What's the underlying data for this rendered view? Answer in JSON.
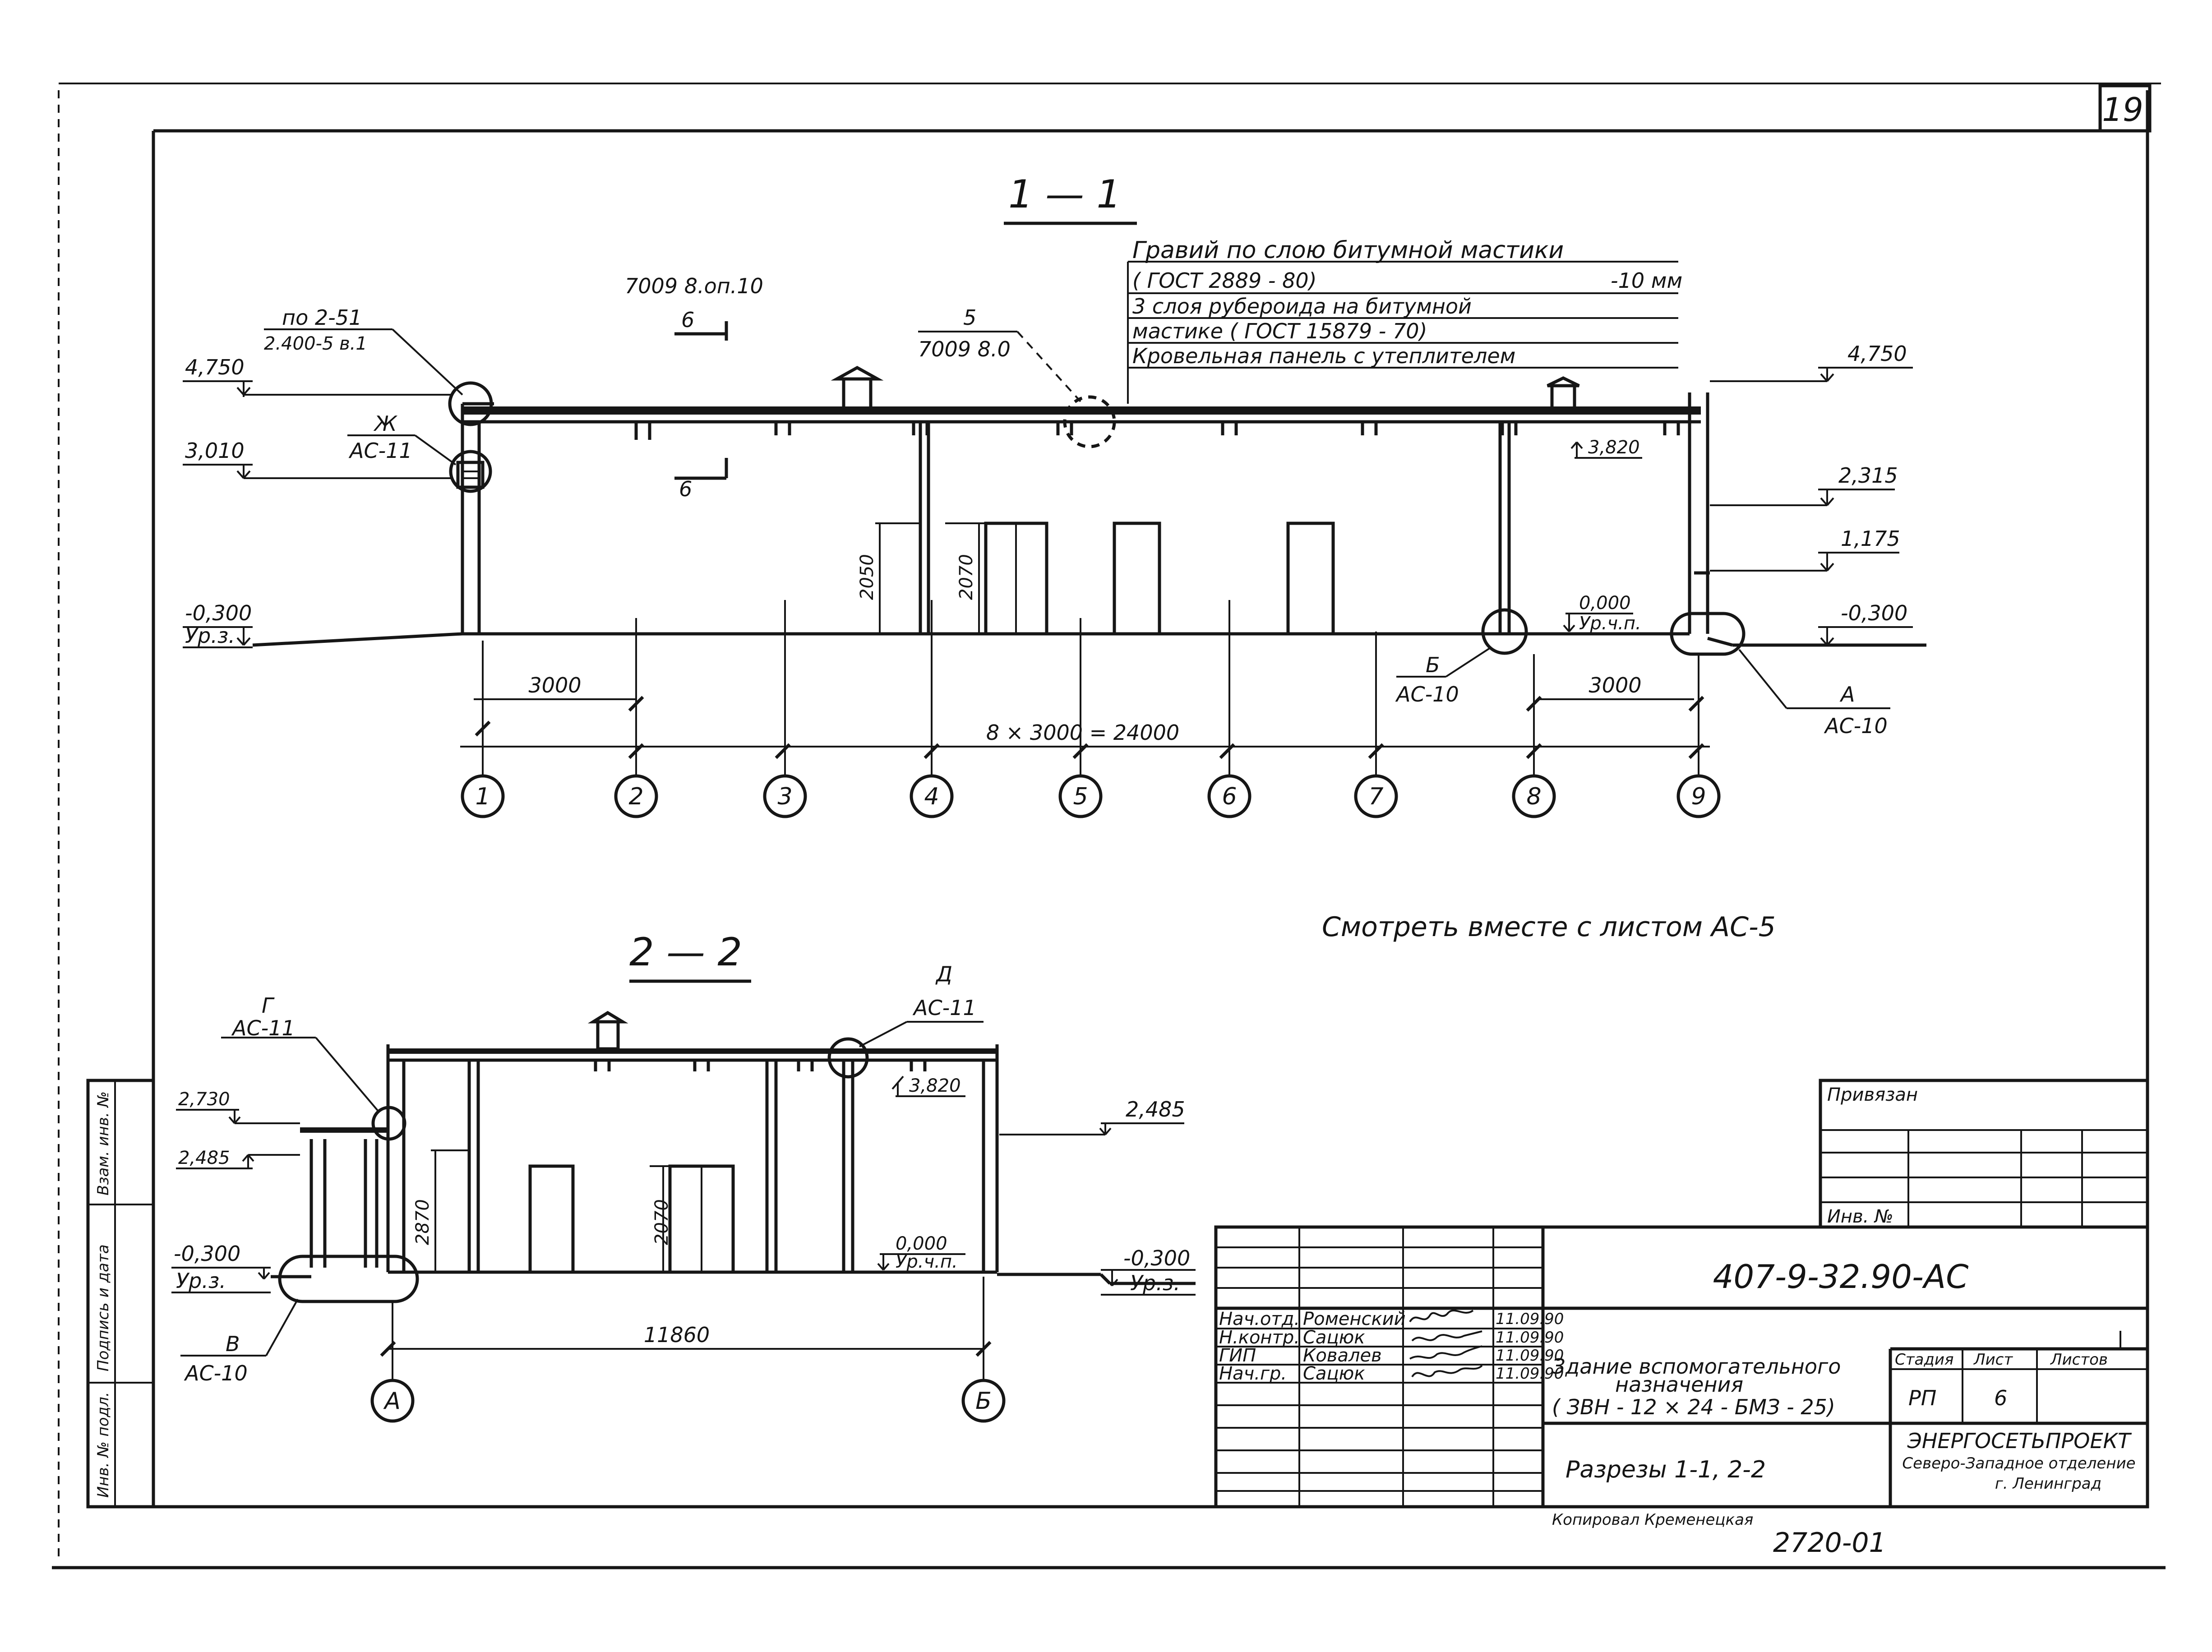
{
  "sheet_number": "19",
  "section_1": {
    "title": "1 — 1",
    "roof_layers": [
      "Гравий по слою битумной мастики",
      "( ГОСТ 2889 - 80)",
      "-10 мм",
      "3 слоя рубероида на битумной",
      "мастике ( ГОСТ 15879 - 70)",
      "Кровельная панель с утеплителем"
    ],
    "callout_detail_51": {
      "line1": "по 2-51",
      "line2": "2.400-5 в.1"
    },
    "callout_7009_pl10": "7009 8.оп.10",
    "callout_section_6": "6",
    "callout_detail_5": {
      "num": "5",
      "ref": "7009 8.0"
    },
    "callout_zh": {
      "letter": "Ж",
      "ref": "АС-11"
    },
    "callout_b": {
      "letter": "Б",
      "ref": "АС-10"
    },
    "callout_a": {
      "letter": "А",
      "ref": "АС-10"
    },
    "levels_left": {
      "top": "4,750",
      "mid": "3,010",
      "ground": "-0,300",
      "ground_label": "Ур.з."
    },
    "levels_right": {
      "top": "4,750",
      "l2": "2,315",
      "l3": "1,175",
      "ground": "-0,300"
    },
    "level_inner": "3,820",
    "level_floor": {
      "value": "0,000",
      "label": "Ур.ч.п."
    },
    "heights": {
      "h1": "2050",
      "h2": "2070"
    },
    "dims": {
      "left": "3000",
      "right": "3000",
      "total": "8 × 3000 = 24000"
    },
    "axes": [
      "1",
      "2",
      "3",
      "4",
      "5",
      "6",
      "7",
      "8",
      "9"
    ]
  },
  "note": "Смотреть вместе с листом АС-5",
  "section_2": {
    "title": "2 — 2",
    "callout_g": {
      "letter": "Г",
      "ref": "АС-11"
    },
    "callout_d": {
      "letter": "Д",
      "ref": "АС-11"
    },
    "callout_v": {
      "letter": "В",
      "ref": "АС-10"
    },
    "levels": {
      "l1": "2,730",
      "l2": "2,485",
      "ground_left": "-0,300",
      "ground_label": "Ур.з.",
      "right": "2,485",
      "ground_right": "-0,300"
    },
    "level_inner": "3,820",
    "level_floor": {
      "value": "0,000",
      "label": "Ур.ч.п."
    },
    "heights": {
      "h1": "2870",
      "h2": "2070"
    },
    "dim_total": "11860",
    "axes": [
      "А",
      "Б"
    ]
  },
  "stamp": {
    "binding": "Привязан",
    "inv": "Инв. №",
    "code": "407-9-32.90-АС",
    "staff": [
      {
        "role": "Нач.отд.",
        "name": "Роменский",
        "date": "11.09.90"
      },
      {
        "role": "Н.контр.",
        "name": "Сацюк",
        "date": "11.09.90"
      },
      {
        "role": "ГИП",
        "name": "Ковалев",
        "date": "11.09.90"
      },
      {
        "role": "Нач.гр.",
        "name": "Сацюк",
        "date": "11.09.90"
      }
    ],
    "building_name_1": "Здание вспомогательного",
    "building_name_2": "назначения",
    "building_name_3": "( ЗВН - 12 × 24 - БМЗ - 25)",
    "sheet_title": "Разрезы 1-1, 2-2",
    "col_stage": "Стадия",
    "col_sheet": "Лист",
    "col_sheets": "Листов",
    "stage": "РП",
    "sheet": "6",
    "org_1": "ЭНЕРГОСЕТЬПРОЕКТ",
    "org_2": "Северо-Западное отделение",
    "org_3": "г. Ленинград"
  },
  "copier": "Копировал Кременецкая",
  "order_number": "2720-01",
  "side_stamp": {
    "c1": "Взам. инв. №",
    "c2": "Подпись и дата",
    "c3": "Инв. № подл."
  }
}
